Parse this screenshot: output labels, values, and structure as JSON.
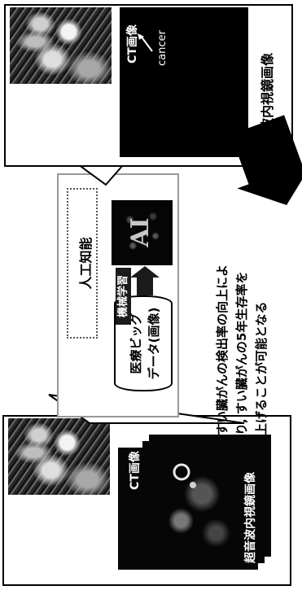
{
  "left_panel": {
    "ct_label": "CT画像",
    "eus_label": "超音波内視鏡画像"
  },
  "right_panel": {
    "ct_label": "CT画像",
    "eus_label": "超音波内視鏡画像",
    "cancer_label": "cancer"
  },
  "middle_panel": {
    "ai_title": "人工知能",
    "ai_image_text": "AI",
    "big_data_line1": "医療ビッグ",
    "big_data_line2": "データ(画像)",
    "learning_label": "機械学習"
  },
  "conclusion": {
    "line1": "すい臓がんの検出率の向上によ",
    "line2": "り, すい臓がんの5年生存率を",
    "line3": "上げることが可能となる"
  }
}
